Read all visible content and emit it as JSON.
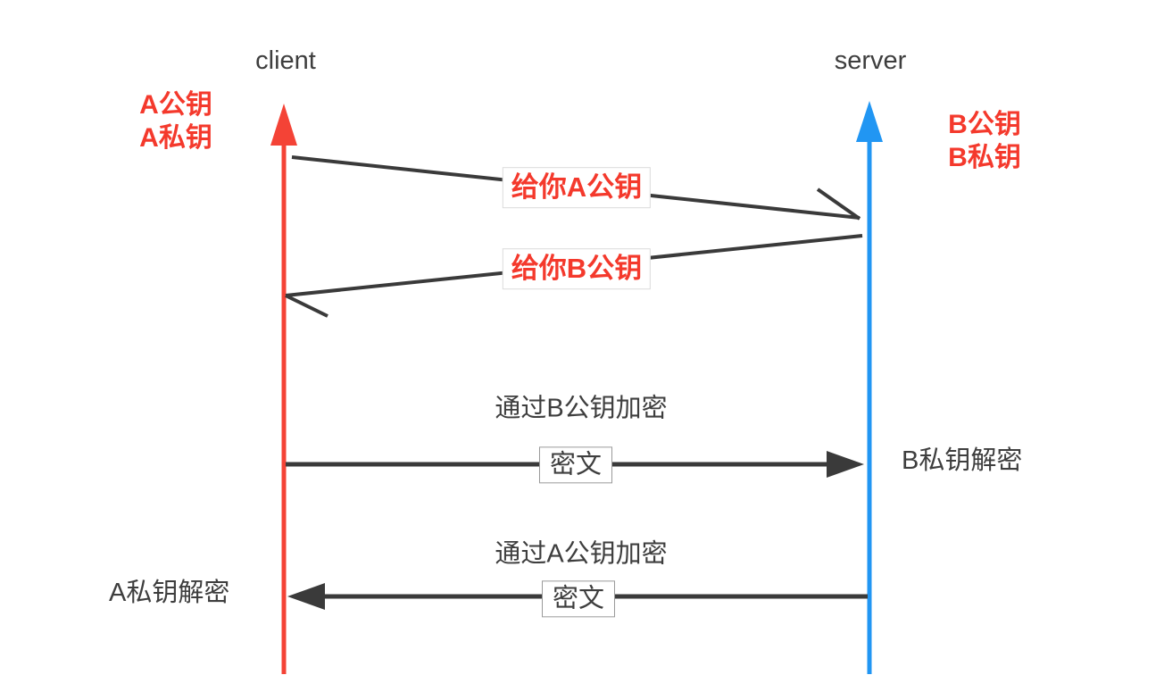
{
  "client": {
    "label": "client",
    "public_key": "A公钥",
    "private_key": "A私钥"
  },
  "server": {
    "label": "server",
    "public_key": "B公钥",
    "private_key": "B私钥"
  },
  "messages": {
    "send_a_public_key": "给你A公钥",
    "send_b_public_key": "给你B公钥",
    "encrypt_with_b": {
      "caption": "通过B公钥加密",
      "payload": "密文",
      "decrypt": "B私钥解密"
    },
    "encrypt_with_a": {
      "caption": "通过A公钥加密",
      "payload": "密文",
      "decrypt": "A私钥解密"
    }
  },
  "colors": {
    "background": "#ffffff",
    "client_line": "#f44336",
    "server_line": "#2196f3",
    "arrow": "#3a3a3a",
    "red_text": "#f4392c",
    "dark_text": "#3e3e3e",
    "msg_box_border": "#dcdcdc",
    "cipher_box_border": "#9a9a9a"
  }
}
